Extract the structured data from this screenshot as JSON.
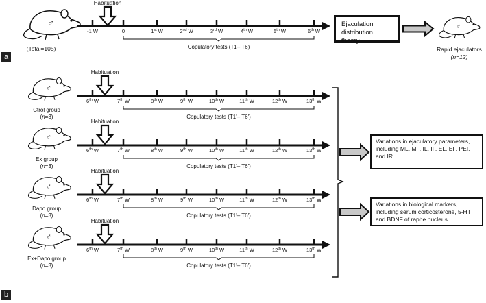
{
  "panel_a": {
    "tag": "a",
    "total_label": "(Total=105)",
    "habituation_label": "Habituation",
    "timeline_ticks": [
      "-1 W",
      "0",
      "1st W",
      "2nd W",
      "3rd W",
      "4th W",
      "5th W",
      "6th W"
    ],
    "brace_label": "Copulatory tests (T1– T6)",
    "theory_box": "Ejaculation distribution theory",
    "result_label": "Rapid ejaculators",
    "result_n": "(n=12)",
    "male_symbol": "♂"
  },
  "panel_b": {
    "tag": "b",
    "timeline_ticks": [
      "6th W",
      "7th W",
      "8th W",
      "9th W",
      "10th W",
      "11th W",
      "12th W",
      "13th W"
    ],
    "groups": [
      {
        "name": "Ctrol group",
        "n": "(n=3)",
        "habituation_label": "Habituation",
        "brace_label": "Copulatory tests (T1'– T6')"
      },
      {
        "name": "Ex group",
        "n": "(n=3)",
        "habituation_label": "Habituation",
        "brace_label": "Copulatory tests (T1'– T6')"
      },
      {
        "name": "Dapo group",
        "n": "(n=3)",
        "habituation_label": "Habituation",
        "brace_label": "Copulatory tests (T1'– T6')"
      },
      {
        "name": "Ex+Dapo group",
        "n": "(n=3)",
        "habituation_label": "Habituation",
        "brace_label": "Copulatory tests (T1'– T6')"
      }
    ],
    "outcome_1": "Variations in ejaculatory parameters, including ML, MF, IL, IF, EL, EF, PEI, and IR",
    "outcome_2": "Variations in biological markers, including serum corticosterone, 5-HT and BDNF of raphe nucleus",
    "male_symbol": "♂"
  },
  "colors": {
    "arrow_fill": "#c8c8c8",
    "line": "#111111",
    "tag_bg": "#222222"
  }
}
